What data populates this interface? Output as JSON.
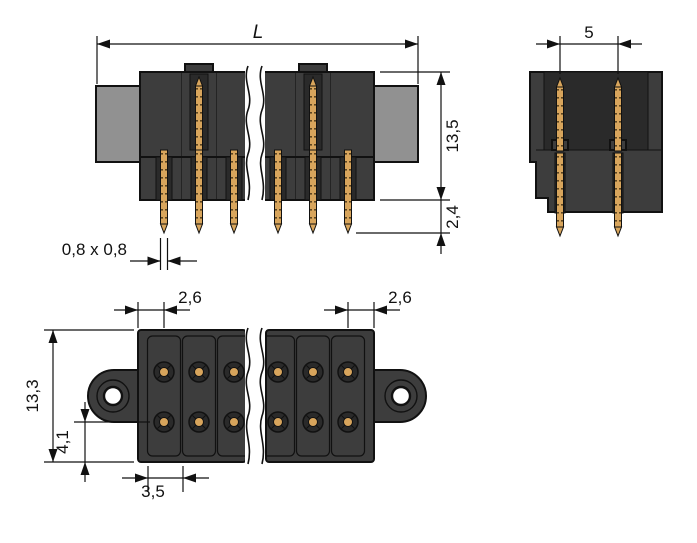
{
  "front_view": {
    "dim_overall_length": "L",
    "dim_height": "13,5",
    "dim_pin_protrusion": "2,4",
    "dim_pin_square": "0,8 x 0,8"
  },
  "side_view": {
    "dim_row_spacing": "5"
  },
  "bottom_view": {
    "dim_edge_to_pin_left": "2,6",
    "dim_edge_to_pin_right": "2,6",
    "dim_depth": "13,3",
    "dim_row_to_edge": "4,1",
    "dim_pitch": "3,5"
  },
  "colors": {
    "housing": "#3d3d3d",
    "flange_tab": "#919191",
    "pin_gold": "#d8a55c",
    "line": "#111111",
    "channel": "#2a2a2a",
    "background": "#ffffff"
  }
}
